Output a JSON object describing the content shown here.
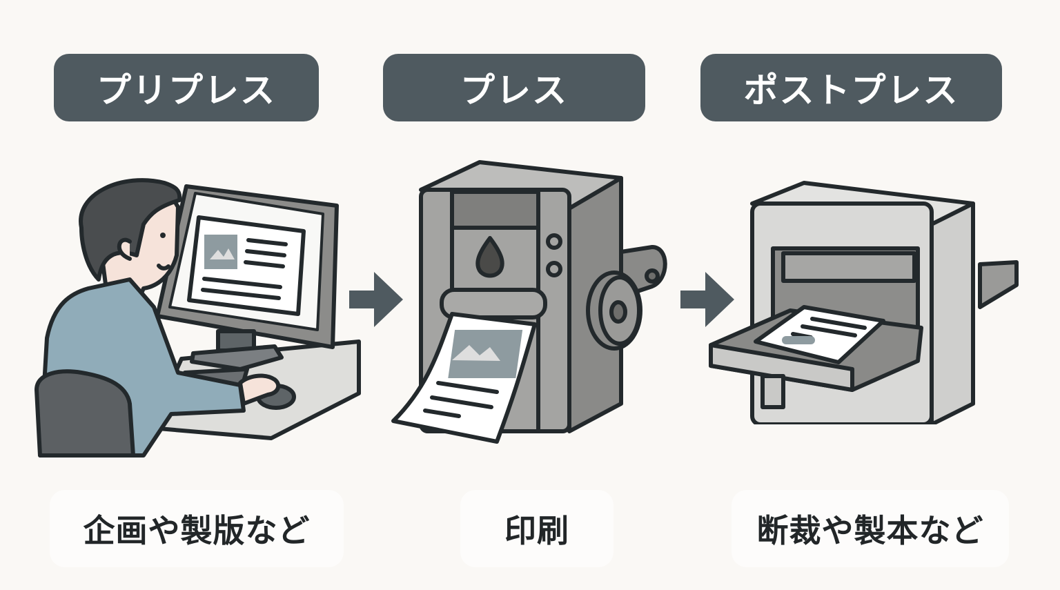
{
  "diagram": {
    "type": "process-flow",
    "stages": [
      {
        "title": "プリプレス",
        "caption": "企画や製版など",
        "illustration": "person-at-computer"
      },
      {
        "title": "プレス",
        "caption": "印刷",
        "illustration": "printing-press"
      },
      {
        "title": "ポストプレス",
        "caption": "断裁や製本など",
        "illustration": "cutting-binding-machine"
      }
    ],
    "connector_icon": "right-arrow-icon"
  },
  "colors": {
    "background": "#faf8f5",
    "header_fill": "#4f5a60",
    "header_text": "#ffffff",
    "caption_fill": "#fdfcfb",
    "caption_text": "#222628",
    "outline": "#23292c",
    "arrow": "#4f5a60"
  }
}
